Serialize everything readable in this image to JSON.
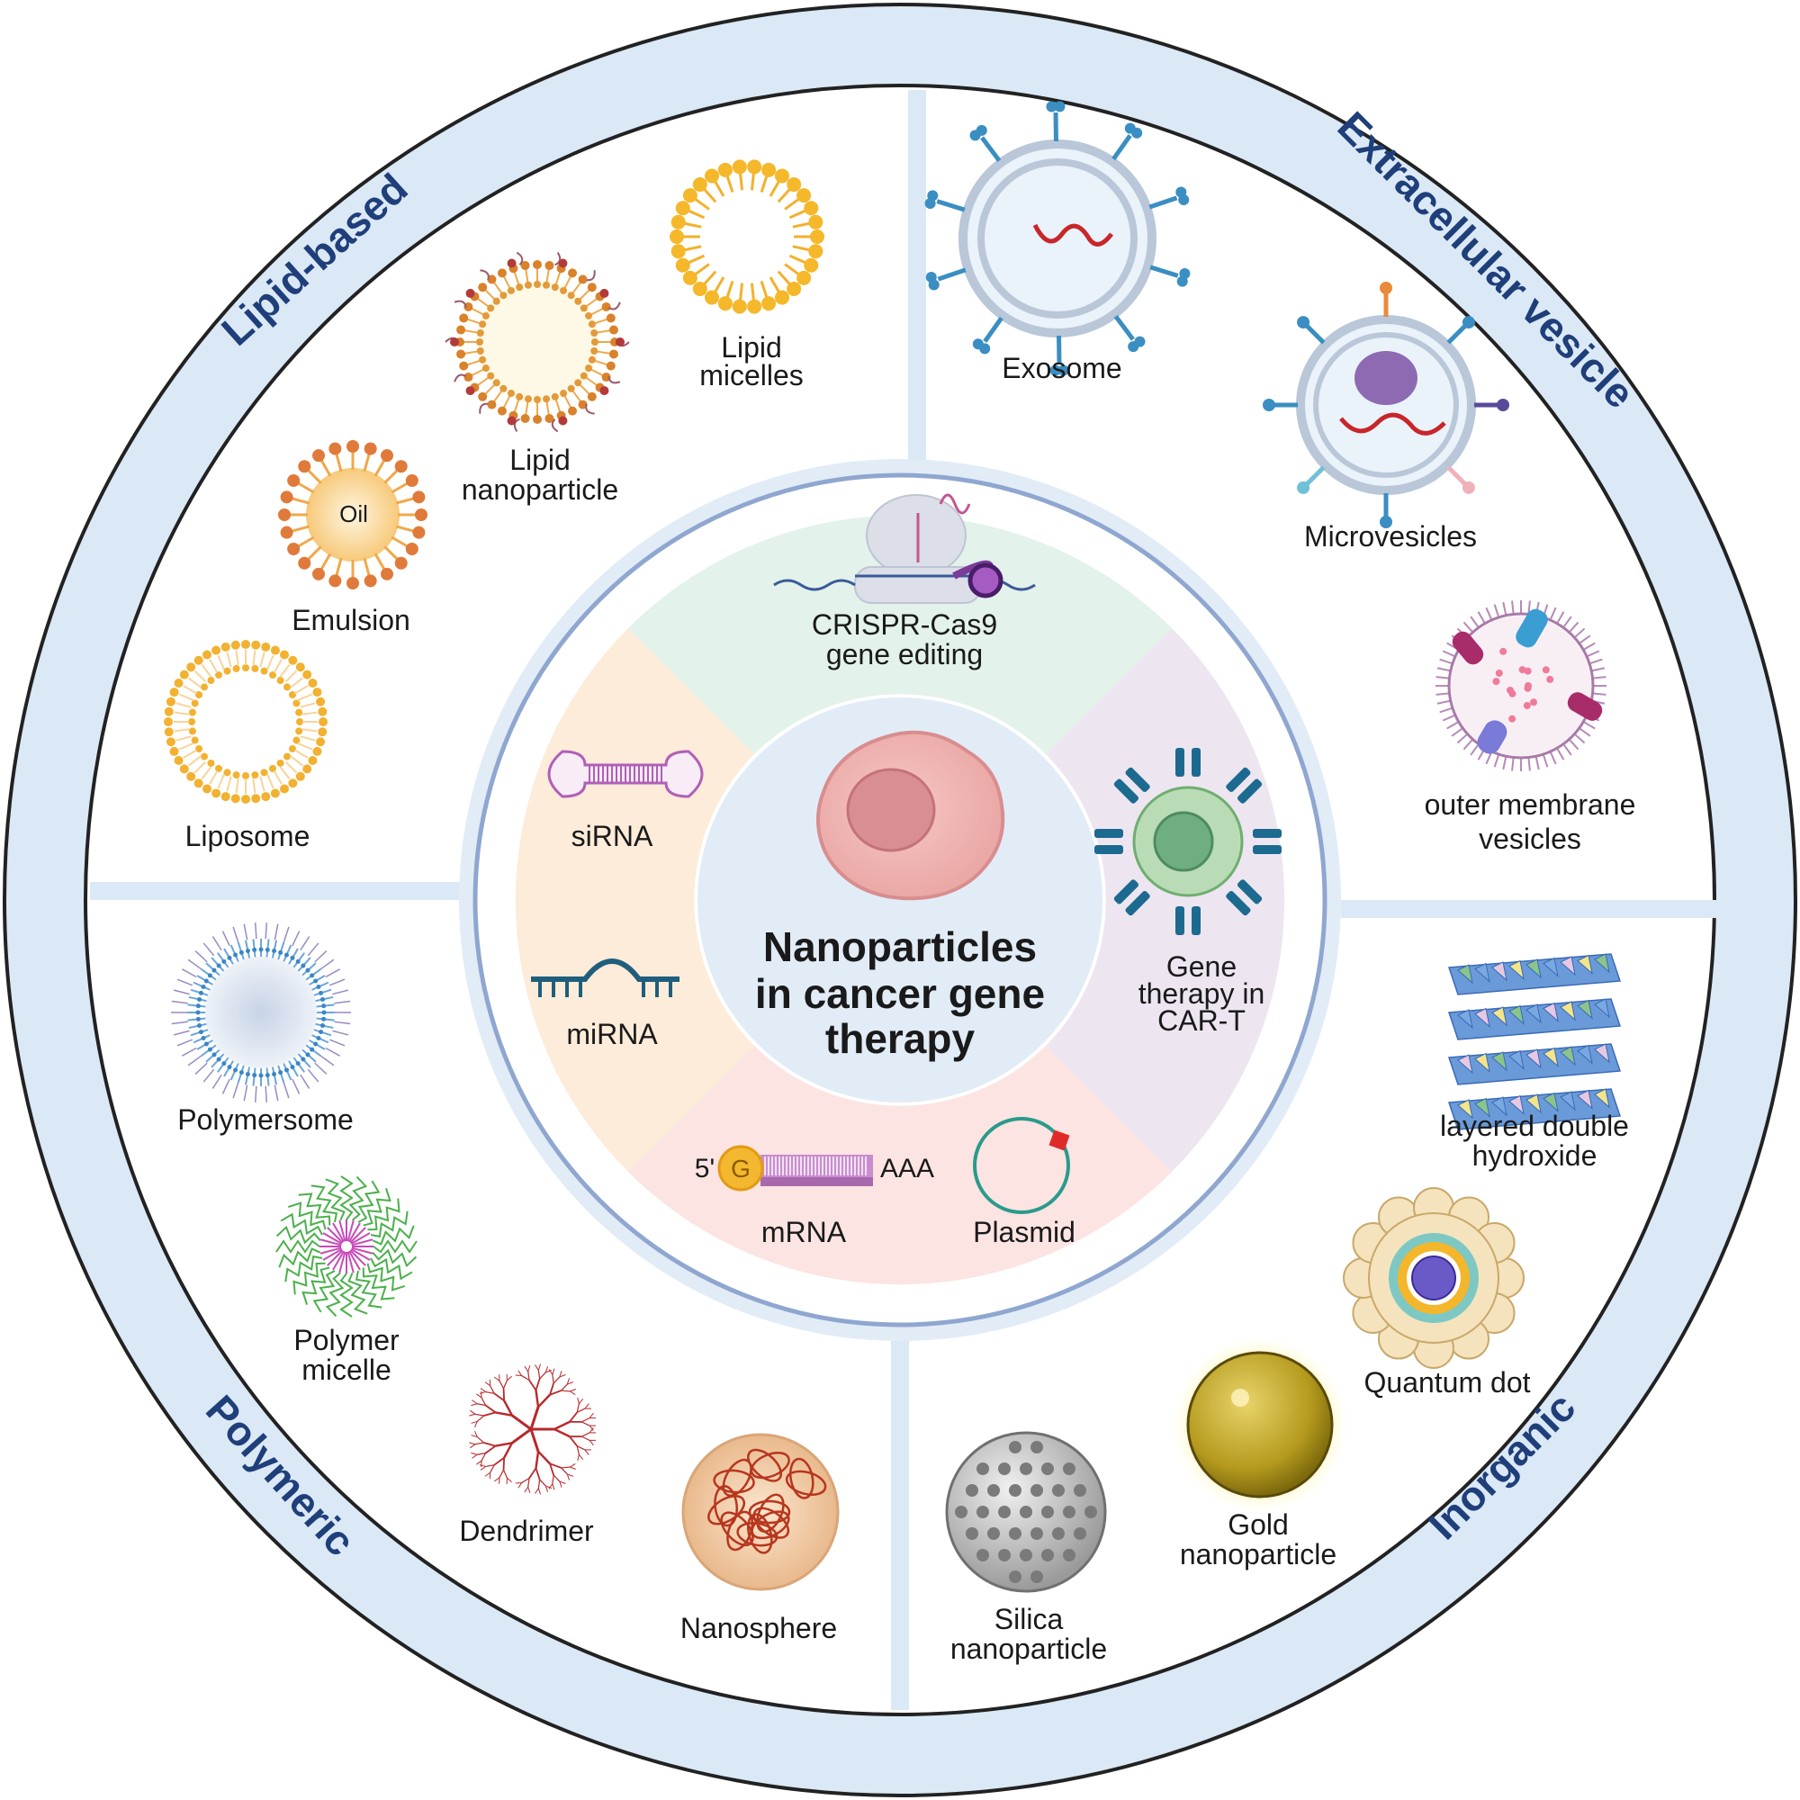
{
  "center_title": {
    "line1": "Nanoparticles",
    "line2": "in cancer gene",
    "line3": "therapy"
  },
  "sections": {
    "lipid": "Lipid-based",
    "extracellular": "Extracellular vesicle",
    "polymeric": "Polymeric",
    "inorganic": "Inorganic"
  },
  "lipid_items": {
    "liposome": "Liposome",
    "emulsion": "Emulsion",
    "oil": "Oil",
    "lnp_1": "Lipid",
    "lnp_2": "nanoparticle",
    "micelles_1": "Lipid",
    "micelles_2": "micelles"
  },
  "ev_items": {
    "exosome": "Exosome",
    "microvesicles": "Microvesicles",
    "omv_1": "outer membrane",
    "omv_2": "vesicles"
  },
  "polymeric_items": {
    "polymersome": "Polymersome",
    "pmicelle_1": "Polymer",
    "pmicelle_2": "micelle",
    "dendrimer": "Dendrimer",
    "nanosphere": "Nanosphere"
  },
  "inorganic_items": {
    "ldh_1": "layered double",
    "ldh_2": "hydroxide",
    "qdot": "Quantum dot",
    "gold_1": "Gold",
    "gold_2": "nanoparticle",
    "silica_1": "Silica",
    "silica_2": "nanoparticle"
  },
  "therapies": {
    "crispr_1": "CRISPR-Cas9",
    "crispr_2": "gene editing",
    "sirna": "siRNA",
    "mirna": "miRNA",
    "mrna": "mRNA",
    "mrna_5": "5'",
    "mrna_g": "G",
    "mrna_aaa": "AAA",
    "plasmid": "Plasmid",
    "cart_1": "Gene",
    "cart_2": "therapy in",
    "cart_3": "CAR-T"
  },
  "colors": {
    "outer_ring": "#dbe8f6",
    "ring_stroke": "#1a1a1a",
    "section_title": "#1f3f7a",
    "crispr_bg": "#e3f2ea",
    "rna_bg": "#fcecd9",
    "mrna_bg": "#fbe4e2",
    "cart_bg": "#ede6f1",
    "center_bg": "#e2ecf7"
  }
}
